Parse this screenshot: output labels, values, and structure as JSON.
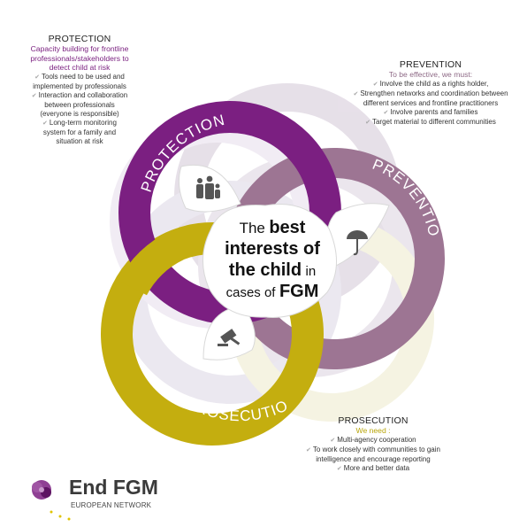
{
  "protection_block": {
    "heading": "PROTECTION",
    "subtitle_lines": [
      "Capacity building for frontline",
      "professionals/stakeholders to",
      "detect child at risk"
    ],
    "items": [
      [
        "Tools need to be used and",
        "implemented by professionals"
      ],
      [
        "Interaction and collaboration",
        "between professionals",
        "(everyone is responsible)"
      ],
      [
        "Long-term monitoring",
        "system for a family and",
        "situation at risk"
      ]
    ]
  },
  "prevention_block": {
    "heading": "PREVENTION",
    "subtitle_lines": [
      "To be effective, we must:"
    ],
    "items": [
      [
        "Involve the child as a rights holder,"
      ],
      [
        "Strengthen networks and coordination between",
        "different services and frontline practitioners"
      ],
      [
        "Involve parents and families"
      ],
      [
        "Target material to different communities"
      ]
    ]
  },
  "prosecution_block": {
    "heading": "PROSECUTION",
    "subtitle_lines": [
      "We need :"
    ],
    "items": [
      [
        "Multi-agency cooperation"
      ],
      [
        "To work closely with communities to gain",
        "intelligence and encourage reporting"
      ],
      [
        "More and better data"
      ]
    ]
  },
  "rings": {
    "protection": {
      "label": "PROTECTION",
      "color": "#7b1f81"
    },
    "prevention": {
      "label": "PREVENTION",
      "color": "#9d7593"
    },
    "prosecution": {
      "label": "PROSECUTION",
      "color": "#c4ae0f"
    }
  },
  "center": {
    "line1_light": "The",
    "line1_bold": "best",
    "line2_bold": "interests of",
    "line3_bold": "the child",
    "line3_small": "in",
    "line4_small": "cases of",
    "line4_bold": "FGM"
  },
  "icons": [
    "family-icon",
    "umbrella-icon",
    "gavel-icon"
  ],
  "logo": {
    "title": "End FGM",
    "subtitle": "EUROPEAN NETWORK",
    "accent": "#7b1f81",
    "star_color": "#e0c400"
  }
}
